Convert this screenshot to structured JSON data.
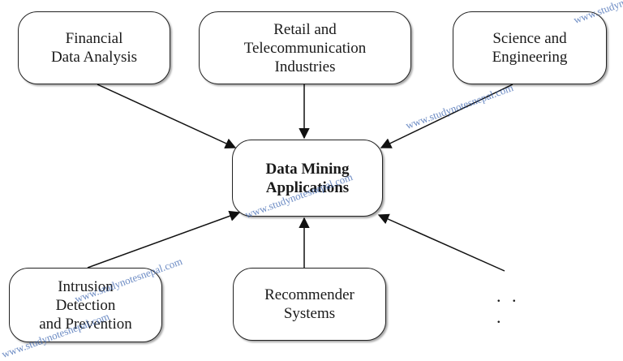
{
  "diagram": {
    "center": {
      "line1": "Data Mining",
      "line2": "Applications"
    },
    "sources": [
      {
        "lines": [
          "Financial",
          "Data Analysis"
        ]
      },
      {
        "lines": [
          "Retail and",
          "Telecommunication",
          "Industries"
        ]
      },
      {
        "lines": [
          "Science and",
          "Engineering"
        ]
      },
      {
        "lines": [
          "Intrusion",
          "Detection",
          "and Prevention"
        ]
      },
      {
        "lines": [
          "Recommender",
          "Systems"
        ]
      }
    ],
    "ellipsis": ". . ."
  },
  "watermark": {
    "text": "www.studynotesnepal.com"
  },
  "colors": {
    "stroke": "#222222",
    "watermark": "#3a64b0"
  }
}
